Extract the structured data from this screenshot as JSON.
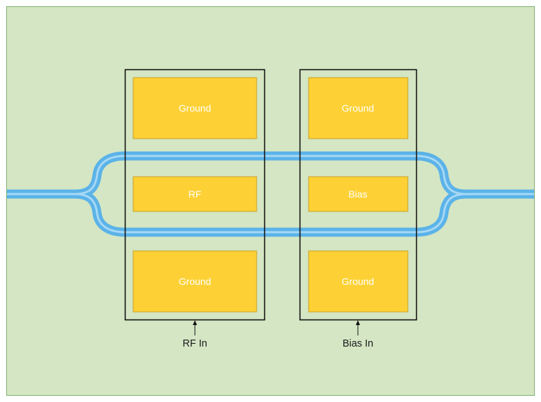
{
  "colors": {
    "substrate": "#d4e6c4",
    "substrate_border": "#7fb070",
    "pad": "#fdd135",
    "pad_border": "#c9a025",
    "waveguide": "#5bb3e8",
    "waveguide_core": "#a6d8f5",
    "frame": "#111111"
  },
  "pads": {
    "left_top": "Ground",
    "left_mid": "RF",
    "left_bottom": "Ground",
    "right_top": "Ground",
    "right_mid": "Bias",
    "right_bottom": "Ground"
  },
  "inputs": {
    "left": "RF In",
    "right": "Bias In"
  }
}
